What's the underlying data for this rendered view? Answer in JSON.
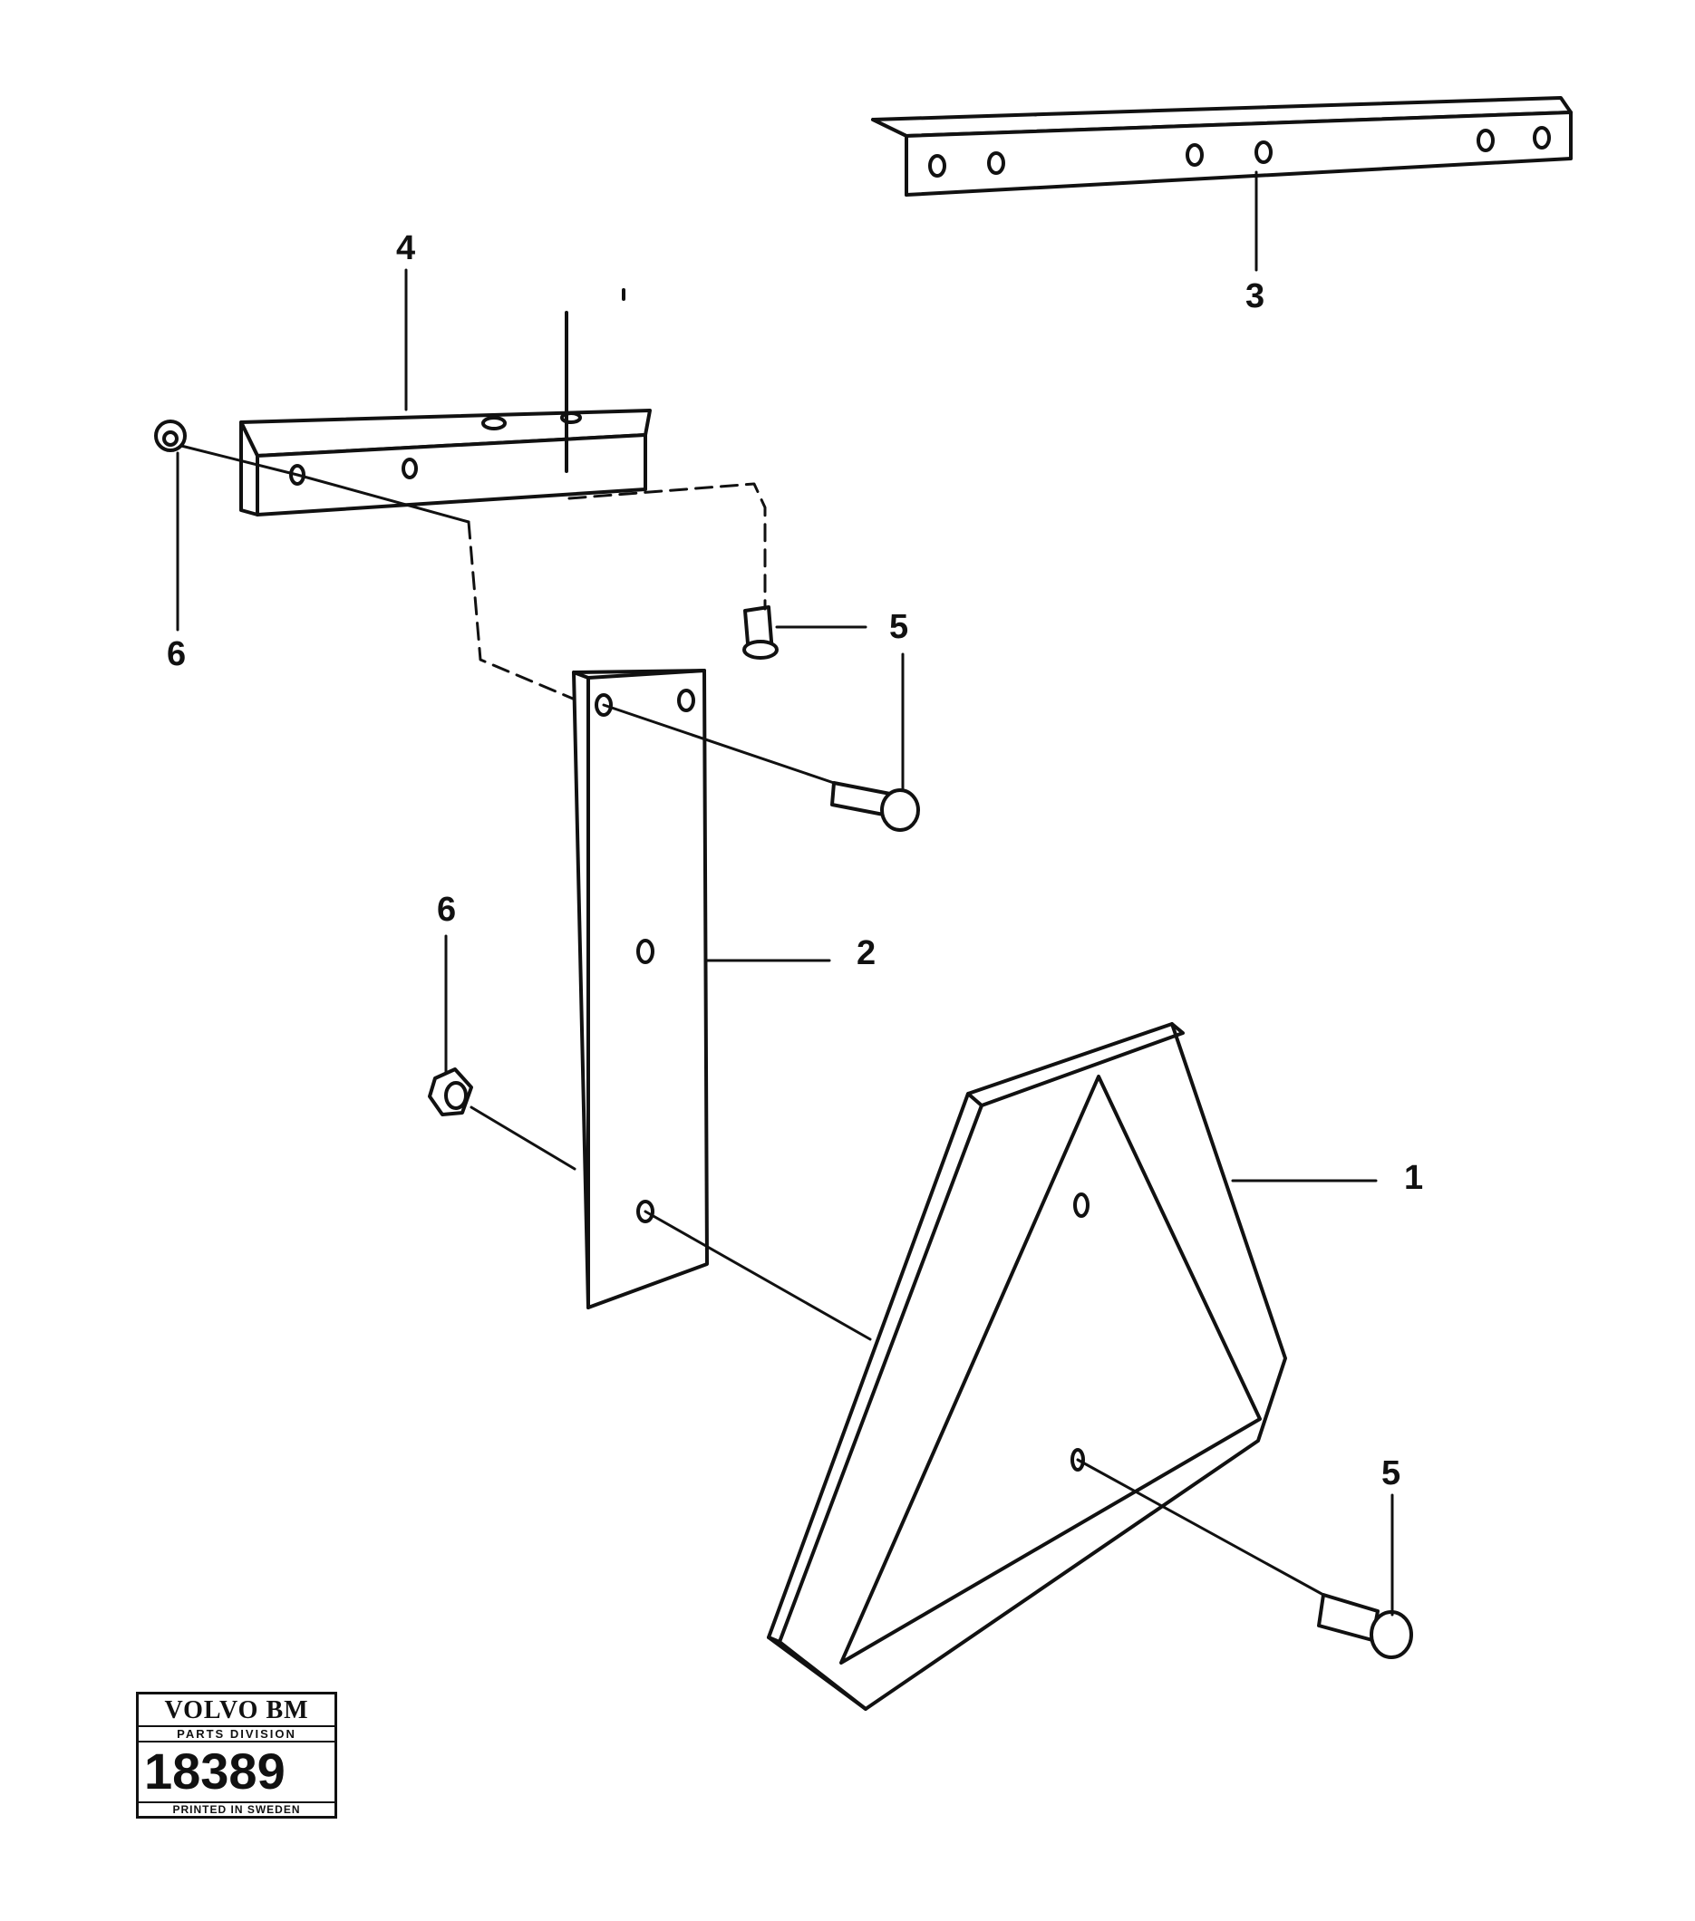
{
  "callouts": {
    "c1": "1",
    "c2": "2",
    "c3": "3",
    "c4": "4",
    "c5a": "5",
    "c5b": "5",
    "c6a": "6",
    "c6b": "6"
  },
  "stamp": {
    "brand": "VOLVO BM",
    "division": "PARTS DIVISION",
    "number": "18389",
    "printed": "PRINTED IN SWEDEN"
  }
}
